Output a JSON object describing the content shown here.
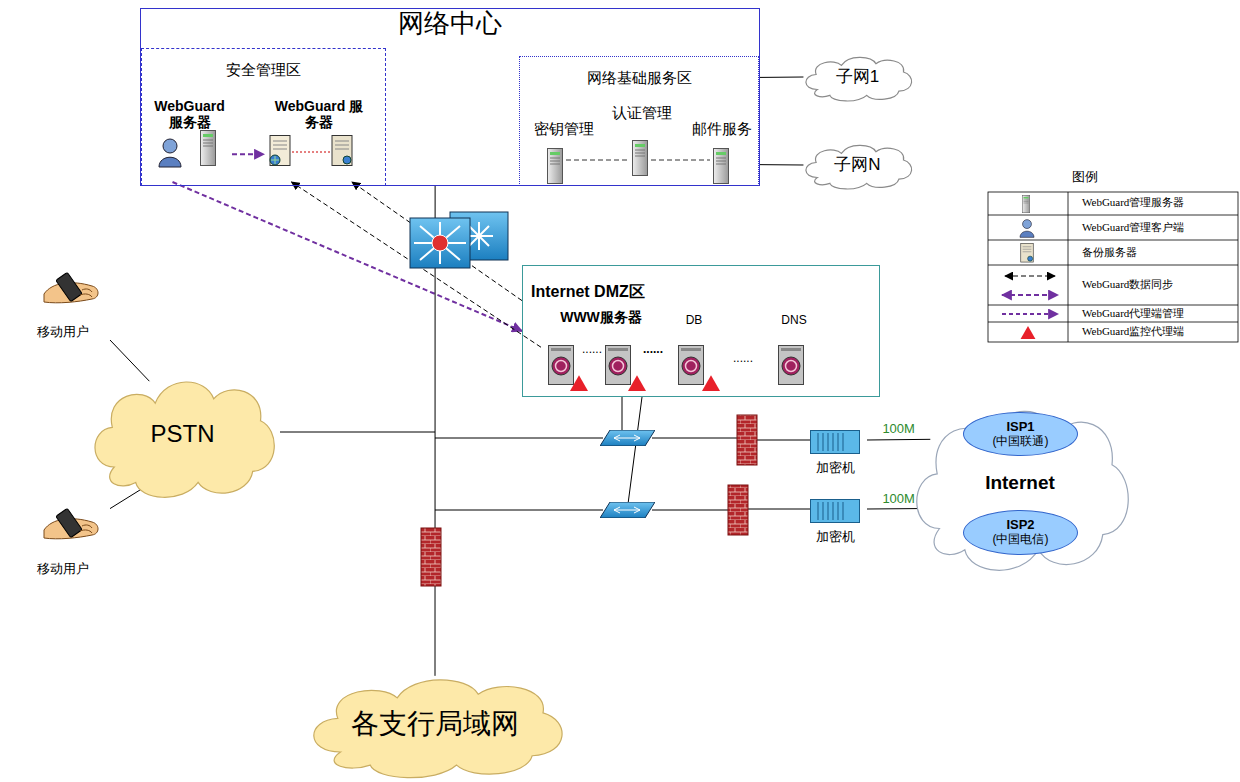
{
  "diagram": {
    "nodes": [
      {
        "text": [
          "网络中心"
        ]
      },
      {
        "text": [
          "安全管理区"
        ],
        "in": 0
      },
      {
        "text": [
          "WebGuard 服务器"
        ],
        "in": 1
      },
      {
        "text": [
          "WebGuard 服务器"
        ],
        "in": 1
      },
      {
        "text": [
          "网络基础服务区"
        ],
        "in": 0
      },
      {
        "text": [
          "密钥管理"
        ],
        "in": 4
      },
      {
        "text": [
          "认证管理"
        ],
        "in": 4
      },
      {
        "text": [
          "邮件服务"
        ],
        "in": 4
      },
      {
        "text": [
          "子网1"
        ]
      },
      {
        "text": [
          "子网N"
        ]
      },
      {
        "text": [
          "移动用户"
        ]
      },
      {
        "text": [
          "PSTN"
        ]
      },
      {
        "text": [
          "移动用户"
        ]
      },
      {
        "text": [
          "Internet DMZ区"
        ]
      },
      {
        "text": [
          "WWW服务器"
        ],
        "in": 13
      },
      {
        "text": [
          "DB"
        ],
        "in": 13
      },
      {
        "text": [
          "DNS"
        ],
        "in": 13
      },
      {
        "text": [
          "加密机"
        ]
      },
      {
        "text": [
          "加密机"
        ]
      },
      {
        "text": [
          "Internet"
        ]
      },
      {
        "text": [
          "ISP1",
          "(中国联通)"
        ],
        "in": 19
      },
      {
        "text": [
          "ISP2",
          "(中国电信)"
        ],
        "in": 19
      },
      {
        "text": [
          "各支行局域网"
        ]
      }
    ],
    "edges": [
      {
        "from": 0,
        "to": 8,
        "arrow": "none"
      },
      {
        "from": 0,
        "to": 9,
        "arrow": "none"
      },
      {
        "from": 10,
        "to": 11,
        "arrow": "none"
      },
      {
        "from": 11,
        "to": 12,
        "arrow": "none"
      },
      {
        "from": 2,
        "to": 3,
        "arrow": "to"
      },
      {
        "from": 2,
        "to": 13,
        "arrow": "to"
      },
      {
        "from": 14,
        "to": 3,
        "arrow": "to"
      },
      {
        "from": 13,
        "to": 3,
        "arrow": "to"
      },
      {
        "from": 0,
        "to": 22,
        "arrow": "none"
      },
      {
        "from": 17,
        "to": 19,
        "label": "100M",
        "arrow": "none"
      },
      {
        "from": 18,
        "to": 19,
        "label": "100M",
        "arrow": "none"
      }
    ],
    "labels": [
      "图例",
      "......",
      "......",
      "......"
    ],
    "legend": [
      {
        "text": "WebGuard管理服务器"
      },
      {
        "text": "WebGuard管理客户端"
      },
      {
        "text": "备份服务器"
      },
      {
        "text": "WebGuard数据同步"
      },
      {
        "text": "WebGuard代理端管理"
      },
      {
        "text": "WebGuard监控代理端"
      }
    ]
  }
}
